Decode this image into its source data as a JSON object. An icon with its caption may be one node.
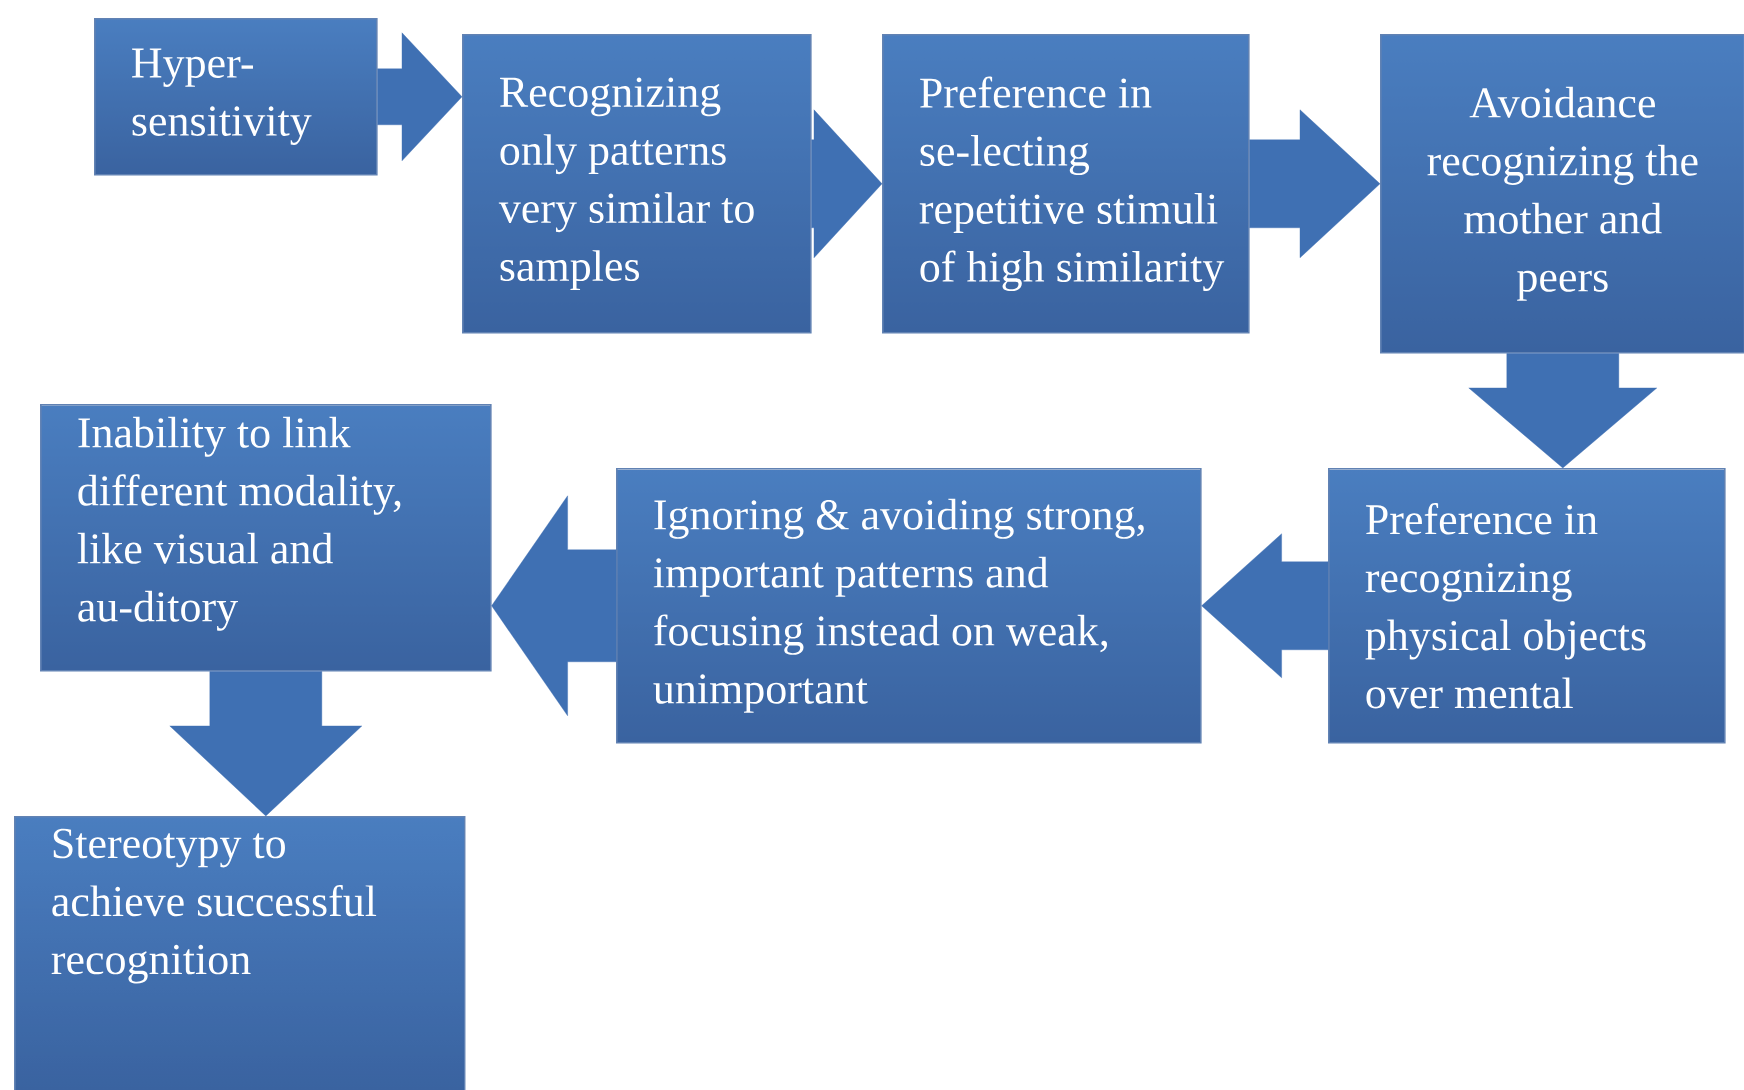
{
  "diagram": {
    "nodes": [
      {
        "text": [
          "Hyper-sensitivity"
        ]
      },
      {
        "text": [
          "Recognizing only patterns very similar to samples"
        ]
      },
      {
        "text": [
          "Preference in se-lecting repetitive stimuli of high similarity"
        ]
      },
      {
        "text": [
          "Avoidance recognizing the mother and peers"
        ]
      },
      {
        "text": [
          "Preference in recognizing physical objects over mental"
        ]
      },
      {
        "text": [
          "Ignoring & avoiding strong, important patterns and focusing instead on weak, unimportant"
        ]
      },
      {
        "text": [
          "Inability to link different modality, like visual and au-ditory"
        ]
      },
      {
        "text": [
          "Stereotypy to achieve successful recognition"
        ]
      }
    ],
    "edges": [
      {
        "from": 0,
        "to": 1,
        "arrow": "to"
      },
      {
        "from": 1,
        "to": 2,
        "arrow": "to"
      },
      {
        "from": 2,
        "to": 3,
        "arrow": "to"
      },
      {
        "from": 3,
        "to": 4,
        "arrow": "to"
      },
      {
        "from": 4,
        "to": 5,
        "arrow": "to"
      },
      {
        "from": 5,
        "to": 6,
        "arrow": "to"
      },
      {
        "from": 6,
        "to": 7,
        "arrow": "to"
      }
    ]
  }
}
